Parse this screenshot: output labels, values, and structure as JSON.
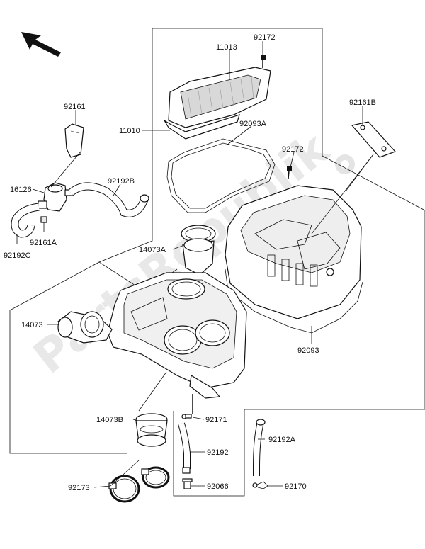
{
  "watermark": "PartsRepublik",
  "labels": {
    "p11013": "11013",
    "p92172_top": "92172",
    "p11010": "11010",
    "p92093A": "92093A",
    "p92161B": "92161B",
    "p92172_mid": "92172",
    "p92161": "92161",
    "p92192B": "92192B",
    "p16126": "16126",
    "p92161A": "92161A",
    "p92192C": "92192C",
    "p14073A": "14073A",
    "p14073": "14073",
    "p92093": "92093",
    "p14073B": "14073B",
    "p92171": "92171",
    "p92192": "92192",
    "p92192A": "92192A",
    "p92173": "92173",
    "p92066": "92066",
    "p92170": "92170"
  }
}
